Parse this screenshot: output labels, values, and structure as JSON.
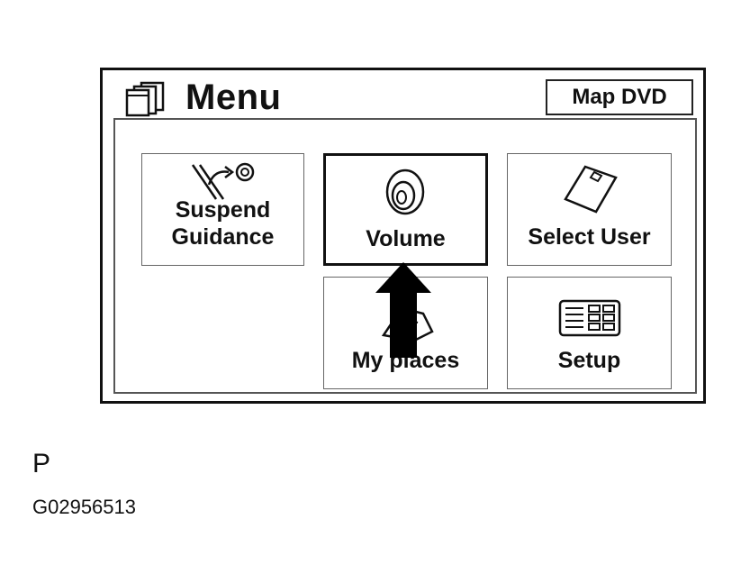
{
  "header": {
    "title": "Menu",
    "map_dvd_label": "Map DVD"
  },
  "tiles": {
    "suspend_guidance": {
      "line1": "Suspend",
      "line2": "Guidance",
      "icon": "reroute-icon"
    },
    "volume": {
      "label": "Volume",
      "icon": "speaker-icon",
      "selected": true
    },
    "select_user": {
      "label": "Select User",
      "icon": "user-card-icon"
    },
    "my_places": {
      "label": "My places",
      "icon": "folder-icon"
    },
    "setup": {
      "label": "Setup",
      "icon": "settings-grid-icon"
    }
  },
  "overlay": {
    "pointer": "up-arrow-icon"
  },
  "caption": {
    "letter": "P",
    "code": "G02956513"
  }
}
